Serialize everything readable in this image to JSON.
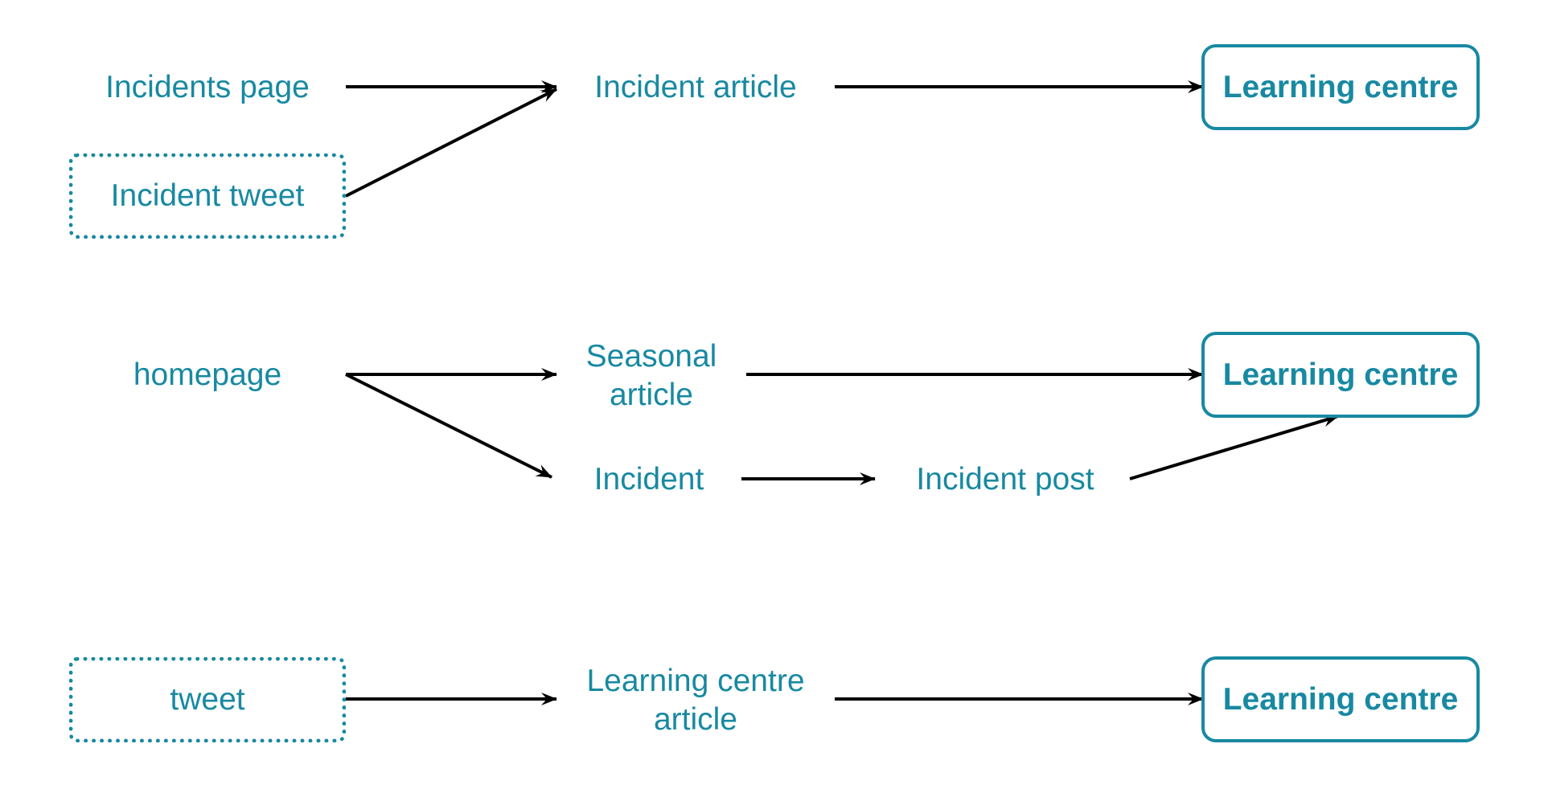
{
  "colors": {
    "node_text": "#1889a2",
    "arrow": "#000000"
  },
  "rows": [
    {
      "nodes": {
        "incidents_page": "Incidents page",
        "incident_tweet": "Incident tweet",
        "incident_article": "Incident article",
        "learning_centre": "Learning centre"
      }
    },
    {
      "nodes": {
        "homepage": "homepage",
        "seasonal_article": "Seasonal\narticle",
        "incident": "Incident",
        "incident_post": "Incident post",
        "learning_centre": "Learning centre"
      }
    },
    {
      "nodes": {
        "tweet": "tweet",
        "learning_centre_article": "Learning centre\narticle",
        "learning_centre": "Learning centre"
      }
    }
  ]
}
